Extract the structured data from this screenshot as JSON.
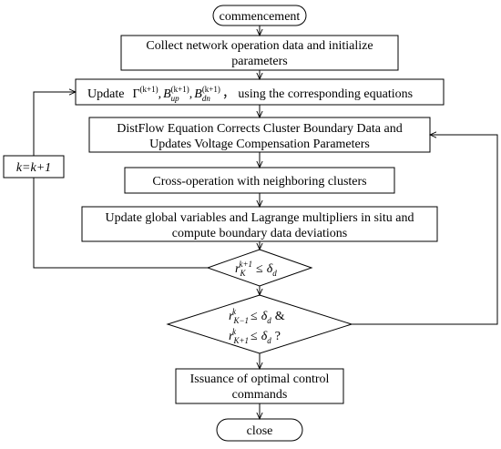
{
  "nodes": {
    "start": {
      "text": "commencement"
    },
    "collect": {
      "line1": "Collect network operation data and initialize",
      "line2": "parameters"
    },
    "update": {
      "prefix": "Update",
      "gamma": "Γ",
      "b_up": "B",
      "b_up_sub": "up",
      "b_dn": "B",
      "b_dn_sub": "dn",
      "sup": "(k+1)",
      "comma": ",",
      "suffix": "，  using the corresponding equations"
    },
    "distflow": {
      "line1": "DistFlow Equation Corrects Cluster Boundary Data and",
      "line2": "Updates Voltage Compensation Parameters"
    },
    "cross": {
      "text": "Cross-operation with neighboring clusters"
    },
    "global": {
      "line1": "Update global variables and Lagrange multipliers in situ and",
      "line2": "compute boundary data deviations"
    },
    "decision1": {
      "r": "r",
      "sub": "K",
      "sup": "k+1",
      "op": "≤",
      "delta": "δ",
      "delta_sub": "d"
    },
    "decision2": {
      "r": "r",
      "sub1": "K−1",
      "sub2": "K+1",
      "sup": "k",
      "op": "≤",
      "delta": "δ",
      "delta_sub": "d",
      "amp": "&",
      "q": "?"
    },
    "issue": {
      "line1": "Issuance of optimal control",
      "line2": "commands"
    },
    "end": {
      "text": "close"
    },
    "counter": {
      "text": "k=k+1"
    }
  }
}
